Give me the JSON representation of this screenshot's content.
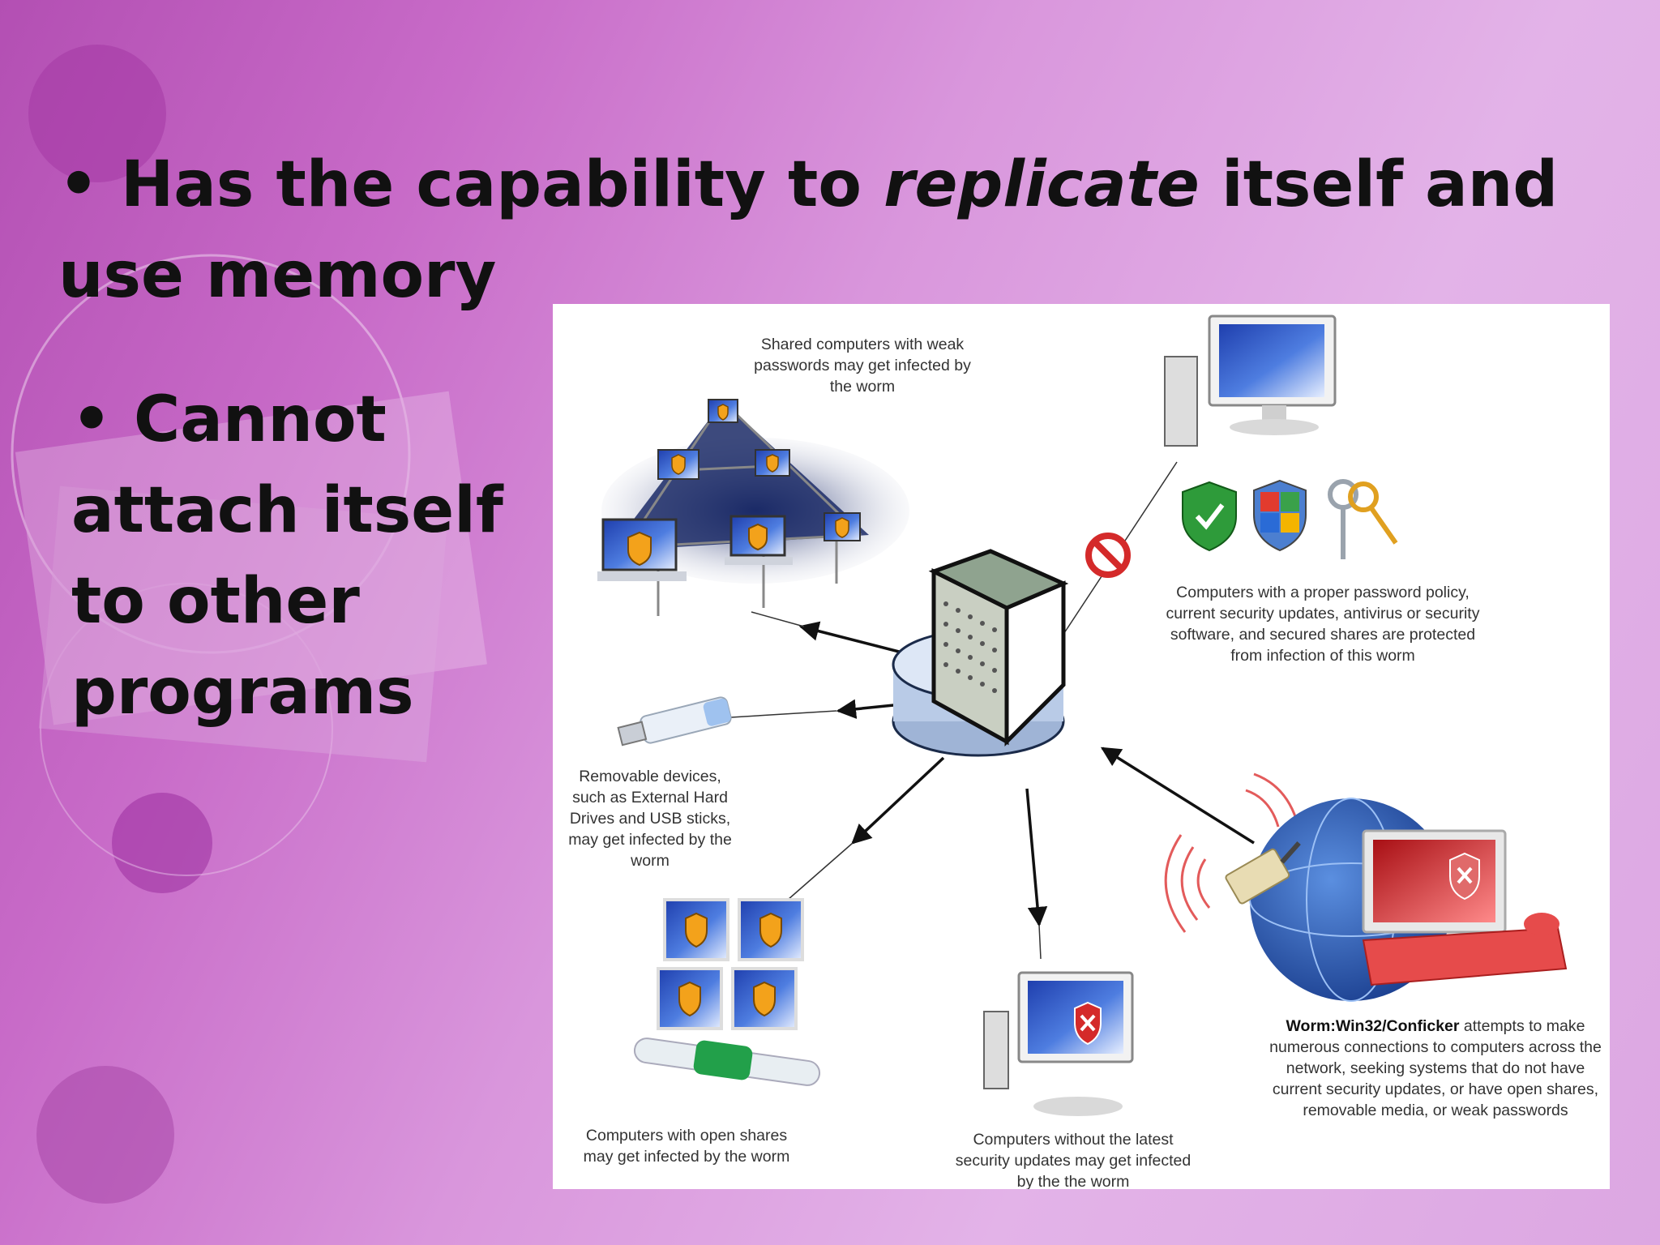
{
  "slide": {
    "bullet_main": {
      "bullet": "•",
      "before": "Has the capability to ",
      "emphasis": "replicate",
      "after": " itself and use memory"
    },
    "bullet_secondary": "• Cannot attach itself to other programs"
  },
  "diagram": {
    "captions": {
      "shared_computers": "Shared computers with weak passwords may get infected by the worm",
      "protected": "Computers with a proper password policy, current security updates, antivirus or security software, and secured shares are protected from infection of this worm",
      "removable": "Removable devices, such as External Hard Drives and USB sticks, may get infected by the worm",
      "open_shares": "Computers with open shares may get infected by the worm",
      "no_updates": "Computers without the latest security updates may get infected by the the worm",
      "worm_name": "Worm:Win32/Conficker",
      "worm_desc": " attempts to make numerous connections to computers across the network, seeking systems that do not have current security updates, or have open shares, removable media, or weak passwords"
    }
  },
  "colors": {
    "background_start": "#b34fb3",
    "background_end": "#e3b3e8",
    "infected_red": "#d42a2a",
    "shield_orange": "#f3a21b",
    "shield_green": "#2e9b3a",
    "screen_blue": "#1d3fb0"
  }
}
